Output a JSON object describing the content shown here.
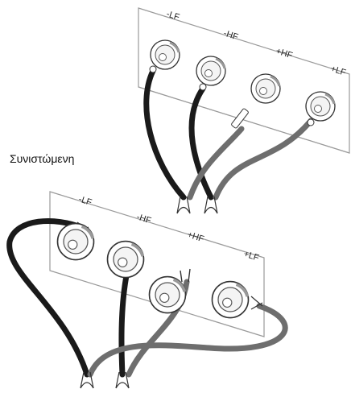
{
  "caption": "Συνιστώμενη",
  "terminals": {
    "top": [
      "-LF",
      "-HF",
      "+HF",
      "+LF"
    ],
    "bottom": [
      "-LF",
      "-HF",
      "+HF",
      "+LF"
    ]
  },
  "colors": {
    "panel_stroke": "#9a9a9a",
    "wire_black": "#1a1a1a",
    "wire_gray": "#6e6e6e",
    "outline": "#333333"
  }
}
